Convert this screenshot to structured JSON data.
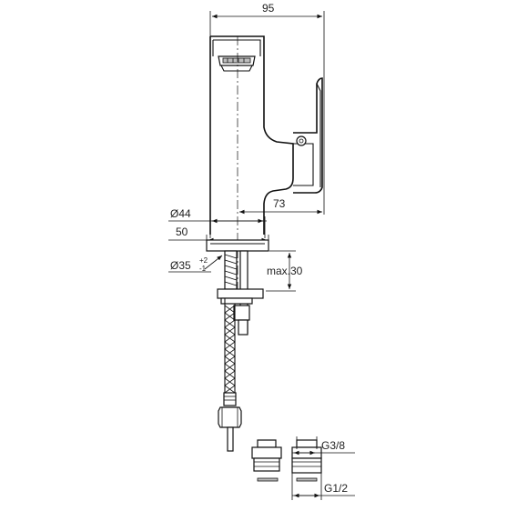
{
  "dimensions": {
    "overall_width": "95",
    "spout_reach": "73",
    "base_diameter": "Ø44",
    "base_width": "50",
    "hole_diameter": "Ø35",
    "hole_tol_upper": "+2",
    "hole_tol_lower": "-1",
    "max_thickness": "max.30",
    "thread_outer": "G3/8",
    "thread_connection": "G1/2"
  }
}
